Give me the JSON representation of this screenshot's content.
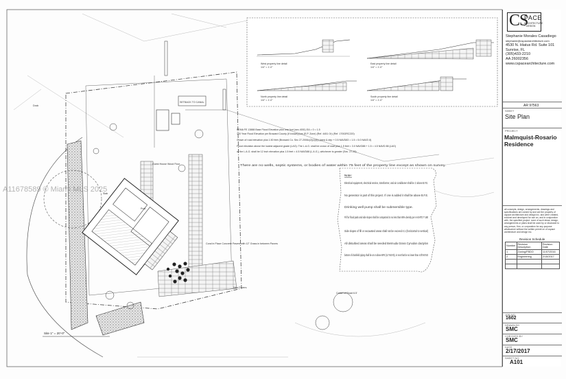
{
  "watermark": "A11678589 © Miami MLS 2025",
  "firm": {
    "logo_cs": "CS",
    "logo_space": "PACE",
    "logo_sub": "ARCHITECTURE + DESIGN",
    "contact_lines": [
      "Stephanie Morales Casadiego",
      "stephanie@cspacearchitecture.com",
      "4530 N. Hiatus Rd. Suite 101",
      "Sunrise, FL",
      "(305)433-2210",
      "AA 26002356",
      "www.cspacearchitecture.com"
    ],
    "license": "AR 97563"
  },
  "sheet": {
    "sheet_label": "SHEET",
    "sheet_title": "Site Plan",
    "project_label": "PROJECT",
    "project_title": "Malmquist-Rosario Residence",
    "disclaimer": "all concepts, design, arrangements, drawings and specifications are owned by and are the property of cspace architecture and design inc. and were created, evolved and developed for use on, and in conjunction with, the specified project. none of such ideas, design, arrangements or plans shall be used by or disclosed to any person, firm, or corporation for any purpose whatsoever without the written permit on of cspace architecture and design inc.",
    "revision_heading": "Revision Schedule",
    "revision_columns": [
      "Number",
      "Revision Description",
      "Revision Date"
    ],
    "revisions": [
      [
        "1",
        "Zoning/FBDO",
        "11/07/2016"
      ],
      [
        "2",
        "Engineering",
        "2/15/2017"
      ]
    ],
    "job_label": "JOB NO.",
    "job_no": "1602",
    "drawn_label": "DRAWN BY",
    "drawn_by": "SMC",
    "checked_label": "CHECKED BY",
    "checked_by": "SMC",
    "date_label": "DATE",
    "date": "2/17/2017",
    "number_label": "SHEET NO.",
    "sheet_no": "A101"
  },
  "details": {
    "west": "West property line detail",
    "east": "East property line detail",
    "north": "North property line detail",
    "south": "South property line detail",
    "scale": "1/4\" = 1'-0\""
  },
  "notes": {
    "title": "Note:",
    "items": [
      "Electrical equipment, electrical service, transformer, and air conditioner shall be 1' above B.F.E.",
      "No generator is part of this project. If one is added it shall be above B.F.E.",
      "Drinking well pump shall be submersible type.",
      "Fill for flood pads and side slopes shall be compacted to no less than 95% density per AASHTO T-180",
      "Side slopes of fill or excavated areas shall not be exceed 4:1 (horizontal to vertical)",
      "All disturbed areas shall be seeded Bermuda Grass Cynodon dactylon",
      "bottom of drainfield piping shall be at or above BFE (13' NGVD), in next that be no lower than 4.0ft NGVD"
    ],
    "septic": "There are no wells, septic systems, or bodies of water within 75 feet of the property line except as shown on survey.",
    "elev_block": [
      "FEMA FE 13888 Base Flood Elevation plus one foot (sec.4001) EA = 0 = 1.5",
      "100 Year Flood Elevation per Broward County (if known)(Lee (E.P. Zone) (Ref. 4451 Or) (Ref. 17002RC220)",
      "Crown of road elevation plus 1.50 feet (Broward Co. Sec 27-2006c(2)(c)(ii)) (area & dep + 0.5 NAVD83 = 1.5 = 5.0 NAVD 8)",
      "Flood elevation above the lowest adjacent grade (LAG): The L.A.G. shall be crown of road plus 1.5 feet = 3.0 NAVD88 + 1.5 = 4.5 NAVD 88 (LAG)",
      "or the L.A.G. shall be 12 inch elevation plus 1.5 feet = 4.5 NAVD88 (L.A.G.), whichever is greater (Sec. 27-33)"
    ]
  },
  "site_labels": {
    "setback_front": "SETBACK TO CANAL",
    "house": "Guest House Wood Floor",
    "slab": "Slab",
    "pool": "Pool",
    "pavers": "Coral in Place Concrete Pavers with 12\" Grass in between Pavers",
    "dock": "Dock",
    "site_scale": "Site  1\" = 20'-0\"",
    "crown_road": "Crown of Road 6.5'",
    "paver_drive": "New Pavers"
  }
}
